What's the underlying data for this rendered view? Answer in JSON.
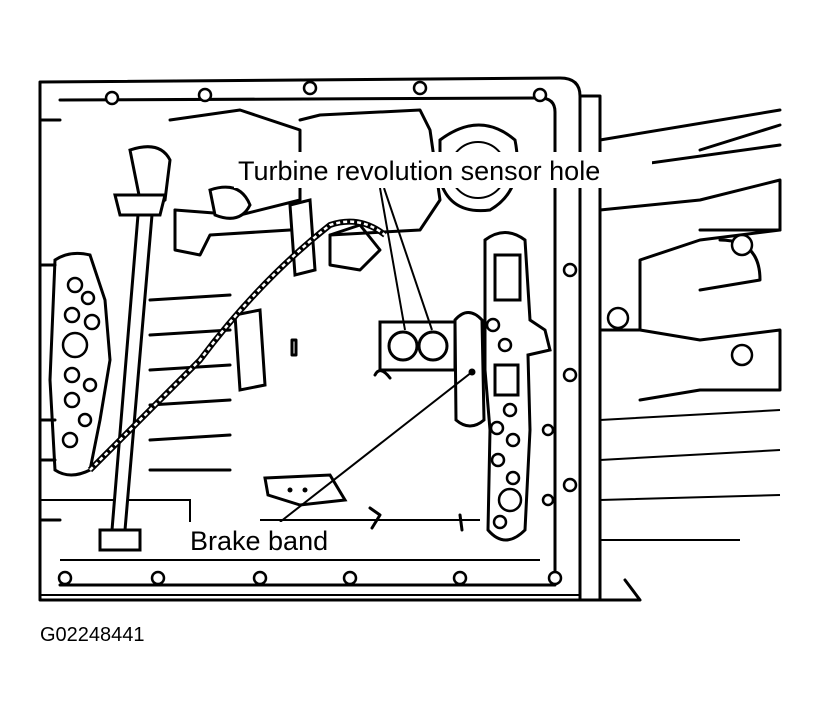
{
  "labels": {
    "turbine_sensor_hole": "Turbine revolution sensor hole",
    "brake_band": "Brake band"
  },
  "figure_id": "G02248441",
  "colors": {
    "ink": "#000000",
    "paper": "#ffffff"
  }
}
